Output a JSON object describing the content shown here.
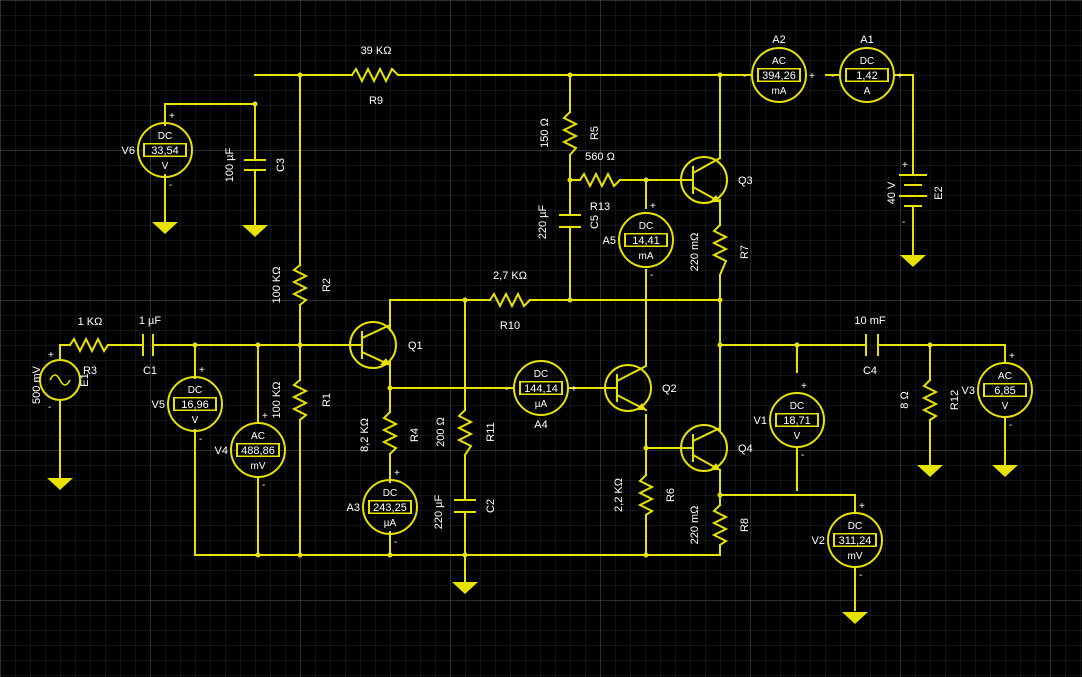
{
  "colors": {
    "background": "#000000",
    "grid_minor": "#2a2a2a",
    "grid_major": "#4a4a4a",
    "wire": "#e8e200",
    "text": "#ffffff"
  },
  "components": {
    "R1": {
      "ref": "R1",
      "value": "100 KΩ"
    },
    "R2": {
      "ref": "R2",
      "value": "100 KΩ"
    },
    "R3": {
      "ref": "R3",
      "value": "1 KΩ"
    },
    "R4": {
      "ref": "R4",
      "value": "8,2 KΩ"
    },
    "R5": {
      "ref": "R5",
      "value": "150 Ω"
    },
    "R6": {
      "ref": "R6",
      "value": "2,2 KΩ"
    },
    "R7": {
      "ref": "R7",
      "value": "220 mΩ"
    },
    "R8": {
      "ref": "R8",
      "value": "220 mΩ"
    },
    "R9": {
      "ref": "R9",
      "value": "39 KΩ"
    },
    "R10": {
      "ref": "R10",
      "value": "2,7 KΩ"
    },
    "R11": {
      "ref": "R11",
      "value": "200 Ω"
    },
    "R12": {
      "ref": "R12",
      "value": "8 Ω"
    },
    "R13": {
      "ref": "R13",
      "value": "560 Ω"
    },
    "C1": {
      "ref": "C1",
      "value": "1 µF"
    },
    "C2": {
      "ref": "C2",
      "value": "220 µF"
    },
    "C3": {
      "ref": "C3",
      "value": "100 µF"
    },
    "C4": {
      "ref": "C4",
      "value": "10 mF"
    },
    "C5": {
      "ref": "C5",
      "value": "220 µF"
    },
    "E1": {
      "ref": "E1",
      "value": "500 mV"
    },
    "E2": {
      "ref": "E2",
      "value": "40 V"
    },
    "Q1": {
      "ref": "Q1"
    },
    "Q2": {
      "ref": "Q2"
    },
    "Q3": {
      "ref": "Q3"
    },
    "Q4": {
      "ref": "Q4"
    }
  },
  "meters": {
    "A1": {
      "ref": "A1",
      "mode": "DC",
      "value": "1,42",
      "unit": "A"
    },
    "A2": {
      "ref": "A2",
      "mode": "AC",
      "value": "394,26",
      "unit": "mA"
    },
    "A3": {
      "ref": "A3",
      "mode": "DC",
      "value": "243,25",
      "unit": "µA"
    },
    "A4": {
      "ref": "A4",
      "mode": "DC",
      "value": "144,14",
      "unit": "µA"
    },
    "A5": {
      "ref": "A5",
      "mode": "DC",
      "value": "14,41",
      "unit": "mA"
    },
    "V1": {
      "ref": "V1",
      "mode": "DC",
      "value": "18,71",
      "unit": "V"
    },
    "V2": {
      "ref": "V2",
      "mode": "DC",
      "value": "311,24",
      "unit": "mV"
    },
    "V3": {
      "ref": "V3",
      "mode": "AC",
      "value": "6,85",
      "unit": "V"
    },
    "V4": {
      "ref": "V4",
      "mode": "AC",
      "value": "488,86",
      "unit": "mV"
    },
    "V5": {
      "ref": "V5",
      "mode": "DC",
      "value": "16,96",
      "unit": "V"
    },
    "V6": {
      "ref": "V6",
      "mode": "DC",
      "value": "33,54",
      "unit": "V"
    }
  },
  "polarity": {
    "plus": "+",
    "minus": "-"
  }
}
